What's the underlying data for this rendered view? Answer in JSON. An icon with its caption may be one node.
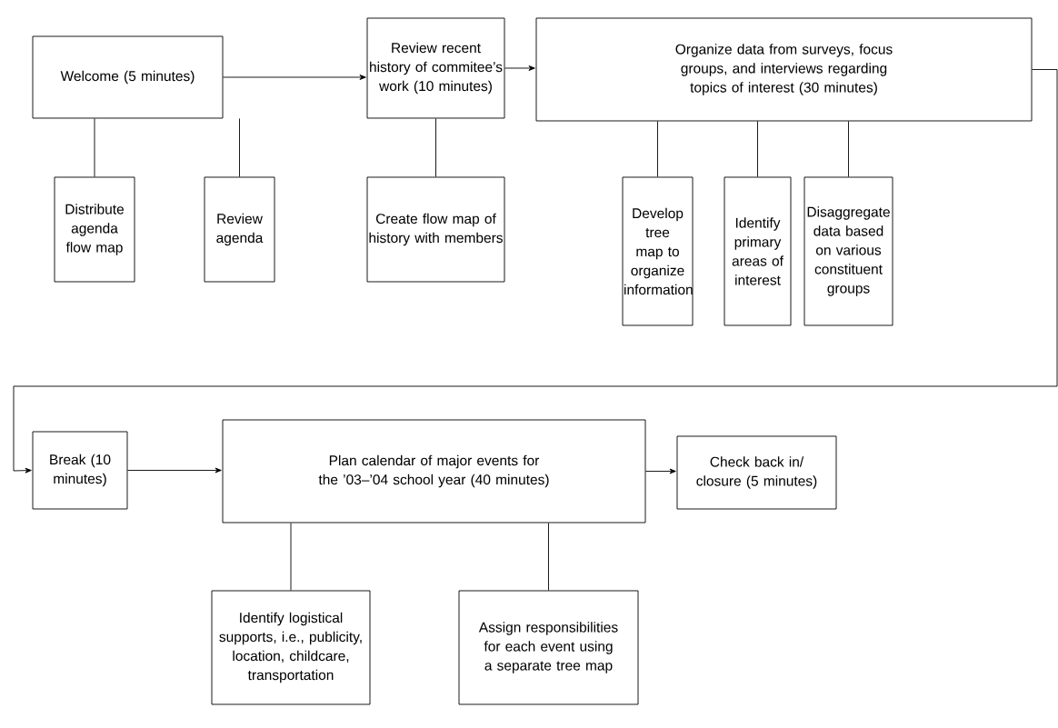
{
  "diagram": {
    "nodes": [
      {
        "text": [
          "Welcome (5 minutes)"
        ]
      },
      {
        "text": [
          "Review recent history of commitee’s work (10 minutes)"
        ]
      },
      {
        "text": [
          "Organize data from surveys, focus groups, and interviews regarding topics of interest (30 minutes)"
        ]
      },
      {
        "text": [
          "Distribute agenda flow map"
        ]
      },
      {
        "text": [
          "Review agenda"
        ]
      },
      {
        "text": [
          "Create flow map of history with members"
        ]
      },
      {
        "text": [
          "Develop tree map to organize information"
        ]
      },
      {
        "text": [
          "Identify primary areas of interest"
        ]
      },
      {
        "text": [
          "Disaggregate data based on various constituent groups"
        ]
      },
      {
        "text": [
          "Break (10 minutes)"
        ]
      },
      {
        "text": [
          "Plan calendar of major events for the ’03–’04 school year (40 minutes)"
        ]
      },
      {
        "text": [
          "Check back in/ closure (5 minutes)"
        ]
      },
      {
        "text": [
          "Identify logistical supports, i.e., publicity, location, childcare, transportation"
        ]
      },
      {
        "text": [
          "Assign responsibilities for each event using a separate tree map"
        ]
      }
    ],
    "edges": [
      {
        "from": 0,
        "to": 1,
        "arrow": "to"
      },
      {
        "from": 1,
        "to": 2,
        "arrow": "to"
      },
      {
        "from": 2,
        "to": 9,
        "arrow": "to"
      },
      {
        "from": 9,
        "to": 10,
        "arrow": "to"
      },
      {
        "from": 10,
        "to": 11,
        "arrow": "to"
      },
      {
        "from": 0,
        "to": 3,
        "arrow": "none"
      },
      {
        "from": 0,
        "to": 4,
        "arrow": "none"
      },
      {
        "from": 1,
        "to": 5,
        "arrow": "none"
      },
      {
        "from": 2,
        "to": 6,
        "arrow": "none"
      },
      {
        "from": 2,
        "to": 7,
        "arrow": "none"
      },
      {
        "from": 2,
        "to": 8,
        "arrow": "none"
      },
      {
        "from": 10,
        "to": 12,
        "arrow": "none"
      },
      {
        "from": 10,
        "to": 13,
        "arrow": "none"
      }
    ]
  }
}
